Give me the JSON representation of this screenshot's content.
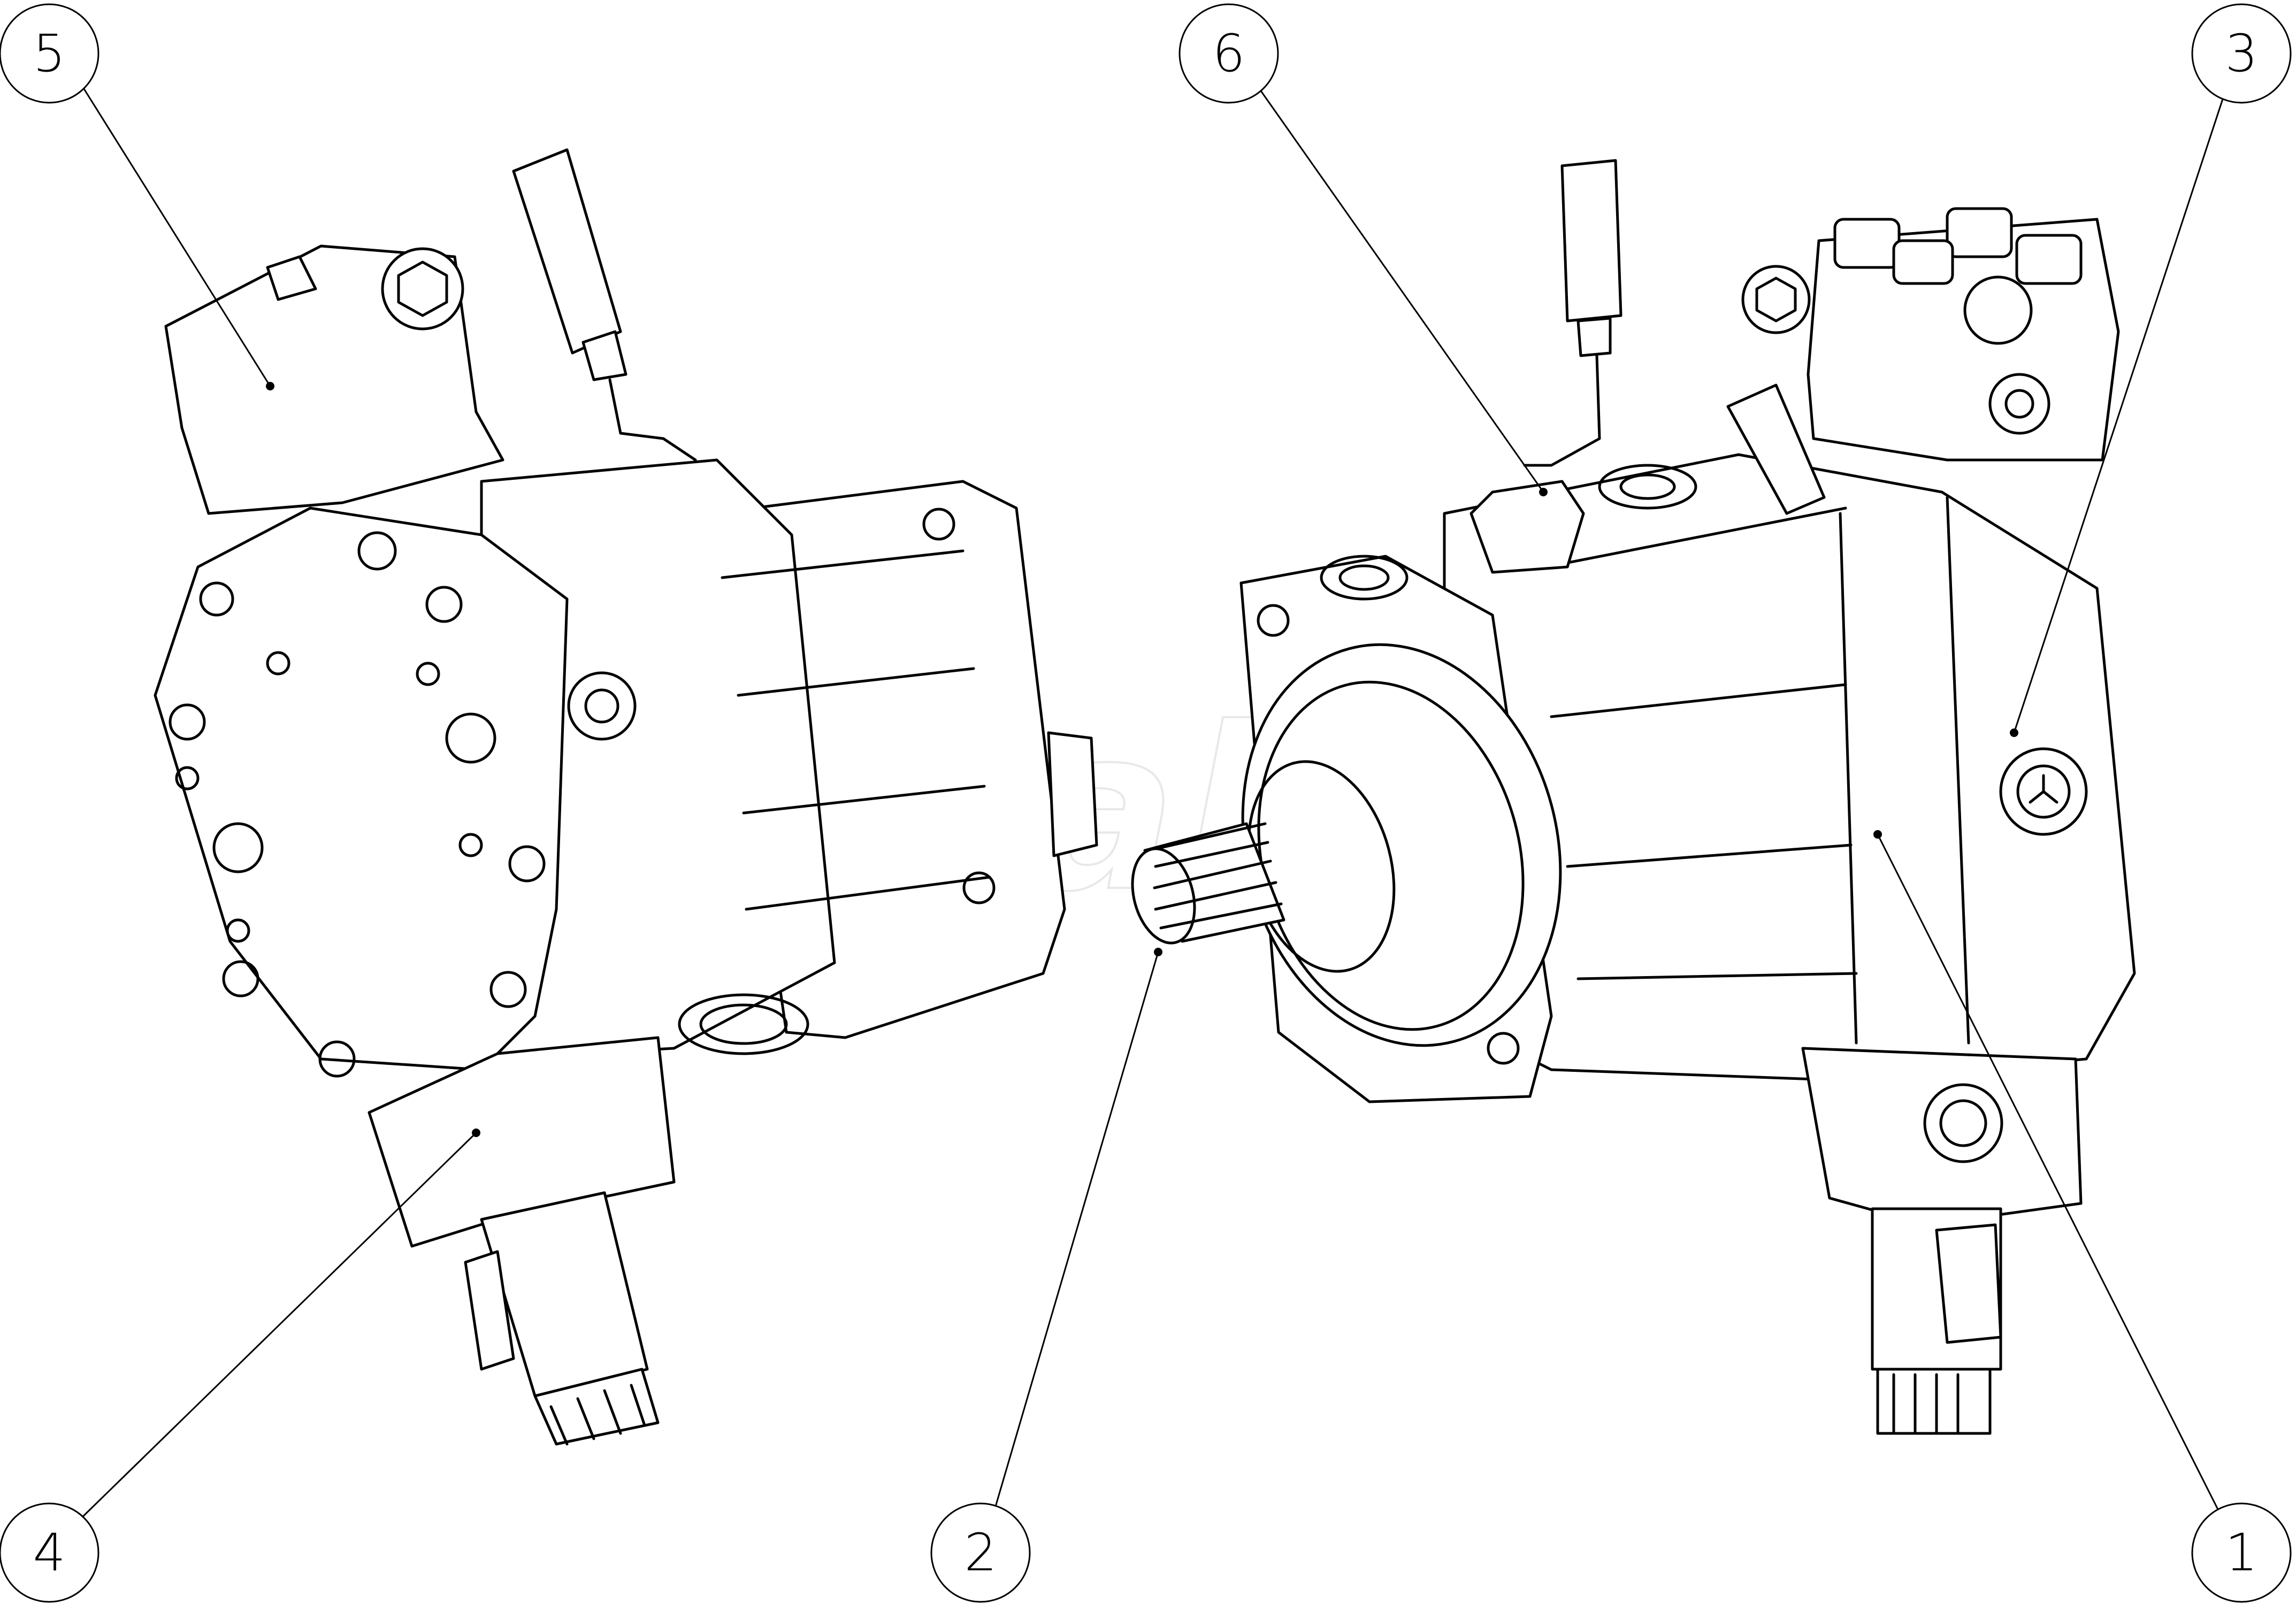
{
  "watermark": "Wibakoz",
  "balloons": [
    {
      "id": "1",
      "label": "1"
    },
    {
      "id": "2",
      "label": "2"
    },
    {
      "id": "3",
      "label": "3"
    },
    {
      "id": "4",
      "label": "4"
    },
    {
      "id": "5",
      "label": "5"
    },
    {
      "id": "6",
      "label": "6"
    }
  ]
}
